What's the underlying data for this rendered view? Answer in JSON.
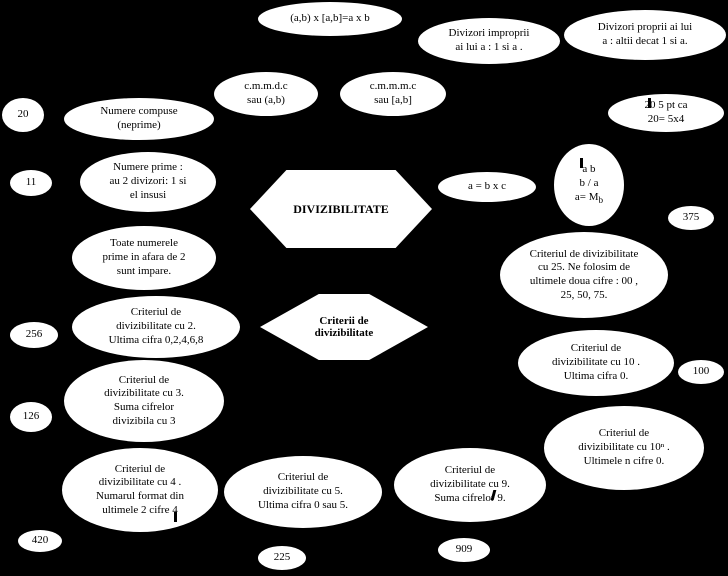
{
  "hub": {
    "label": "DIVIZIBILITATE"
  },
  "criteria_hub": {
    "label": "Criterii de\ndivizibilitate"
  },
  "nodes": {
    "formula_product": "(a,b) x [a,b]=a x b",
    "improper_divisors": "Divizori improprii\nai lui a : 1 si a .",
    "proper_divisors": "Divizori proprii ai lui\na : altii decat 1 si a.",
    "gcd": "c.m.m.d.c\nsau (a,b)",
    "lcm": "c.m.m.m.c\nsau [a,b]",
    "composite_numbers": "Numere compuse\n(neprime)",
    "prime_numbers": "Numere prime :\nau 2 divizori: 1 si\nel insusi",
    "primes_odd": "Toate numerele\nprime  in afara de 2\nsunt impare.",
    "divides_example": "20   5 pt ca\n20= 5x4",
    "a_eq_bxc": "a = b x c",
    "notation": "a   b\nb / a\na= M",
    "notation_sub": "b",
    "crit_25": "Criteriul de divizibilitate\ncu 25. Ne folosim de\nultimele doua cifre : 00 ,\n25, 50, 75.",
    "crit_2": "Criteriul de\ndivizibilitate cu 2.\nUltima cifra  0,2,4,6,8",
    "crit_10": "Criteriul de\ndivizibilitate cu 10 .\nUltima  cifra 0.",
    "crit_3": "Criteriul de\ndivizibilitate cu 3.\nSuma cifrelor\ndivizibila cu 3",
    "crit_10n": "Criteriul de\ndivizibilitate cu 10ⁿ .\nUltimele n cifre 0.",
    "crit_4": "Criteriul de\ndivizibilitate cu 4 .\nNumarul format din\nultimele 2 cifre   4",
    "crit_5": "Criteriul de\ndivizibilitate cu 5.\nUltima cifra  0 sau 5.",
    "crit_9": "Criteriul de\ndivizibilitate cu 9.\nSuma cifrelor   9."
  },
  "examples": [
    "20",
    "11",
    "256",
    "126",
    "420",
    "225",
    "909",
    "375",
    "100"
  ],
  "colors": {
    "background": "#000000",
    "shape": "#ffffff",
    "text": "#000000"
  }
}
